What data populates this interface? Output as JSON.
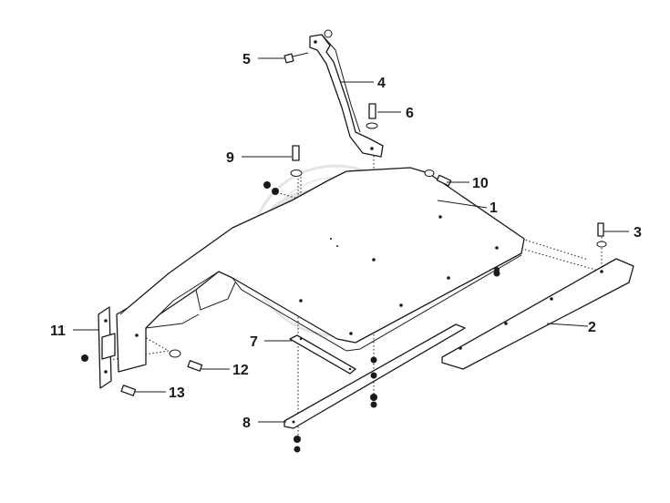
{
  "callouts": [
    {
      "id": "c1",
      "label": "1"
    },
    {
      "id": "c2",
      "label": "2"
    },
    {
      "id": "c3",
      "label": "3"
    },
    {
      "id": "c4",
      "label": "4"
    },
    {
      "id": "c5",
      "label": "5"
    },
    {
      "id": "c6",
      "label": "6"
    },
    {
      "id": "c7",
      "label": "7"
    },
    {
      "id": "c8",
      "label": "8"
    },
    {
      "id": "c9",
      "label": "9"
    },
    {
      "id": "c10",
      "label": "10"
    },
    {
      "id": "c11",
      "label": "11"
    },
    {
      "id": "c12",
      "label": "12"
    },
    {
      "id": "c13",
      "label": "13"
    }
  ],
  "colors": {
    "line": "#1a1a1a",
    "watermark": "#d8d8d8",
    "background": "#ffffff"
  },
  "watermark_icon": "cp-logo-watermark"
}
